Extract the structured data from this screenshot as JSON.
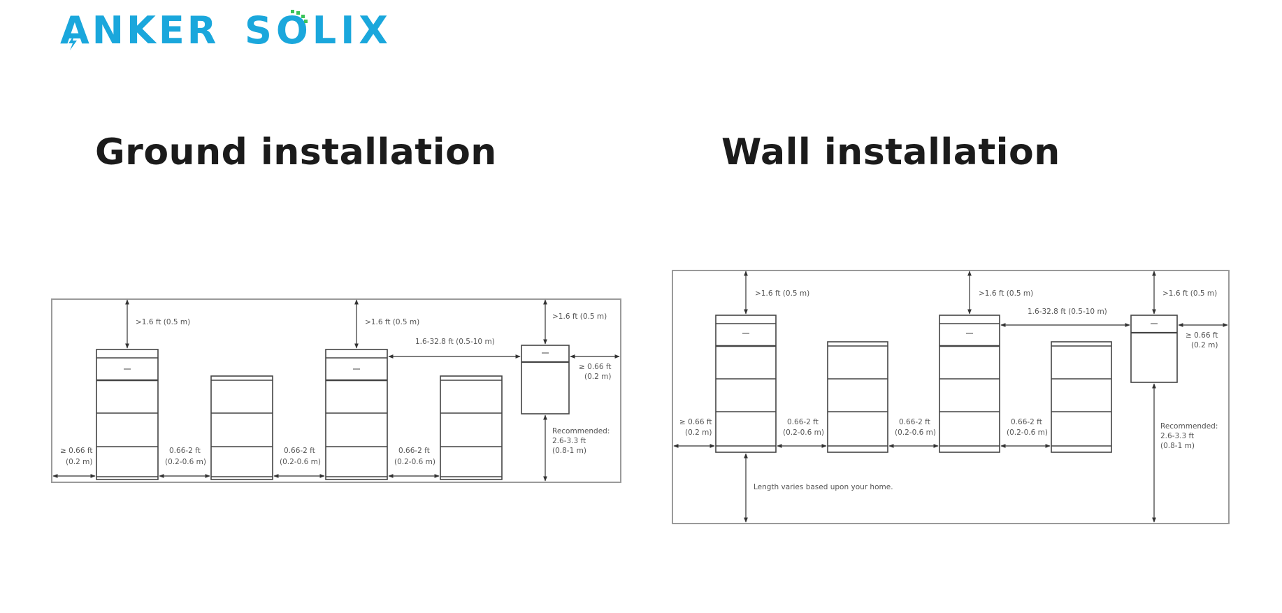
{
  "brand": {
    "logo_text_left": "ANKER",
    "logo_text_right": "SOLIX",
    "primary_color": "#1aa7dc",
    "accent_color": "#3cc35a"
  },
  "ground": {
    "title": "Ground installation",
    "labels": {
      "top_clearance_1": ">1.6 ft (0.5 m)",
      "top_clearance_2": ">1.6 ft (0.5 m)",
      "top_clearance_3": ">1.6 ft (0.5 m)",
      "hub_distance": "1.6-32.8 ft (0.5-10 m)",
      "side_right_1": "≥ 0.66 ft",
      "side_right_2": "(0.2 m)",
      "side_left_1": "≥ 0.66 ft",
      "side_left_2": "(0.2 m)",
      "gap_1a": "0.66-2 ft",
      "gap_1b": "(0.2-0.6 m)",
      "gap_2a": "0.66-2 ft",
      "gap_2b": "(0.2-0.6 m)",
      "gap_3a": "0.66-2 ft",
      "gap_3b": "(0.2-0.6 m)",
      "recommended_1": "Recommended:",
      "recommended_2": "2.6-3.3 ft",
      "recommended_3": "(0.8-1 m)"
    }
  },
  "wall": {
    "title": "Wall installation",
    "labels": {
      "top_clearance_1": ">1.6 ft (0.5 m)",
      "top_clearance_2": ">1.6 ft (0.5 m)",
      "top_clearance_3": ">1.6 ft (0.5 m)",
      "hub_distance": "1.6-32.8 ft (0.5-10 m)",
      "side_right_1": "≥ 0.66 ft",
      "side_right_2": "(0.2 m)",
      "side_left_1": "≥ 0.66 ft",
      "side_left_2": "(0.2 m)",
      "gap_1a": "0.66-2 ft",
      "gap_1b": "(0.2-0.6 m)",
      "gap_2a": "0.66-2 ft",
      "gap_2b": "(0.2-0.6 m)",
      "gap_3a": "0.66-2 ft",
      "gap_3b": "(0.2-0.6 m)",
      "floor_note": "Length varies based upon your home.",
      "recommended_1": "Recommended:",
      "recommended_2": "2.6-3.3 ft",
      "recommended_3": "(0.8-1 m)"
    }
  }
}
